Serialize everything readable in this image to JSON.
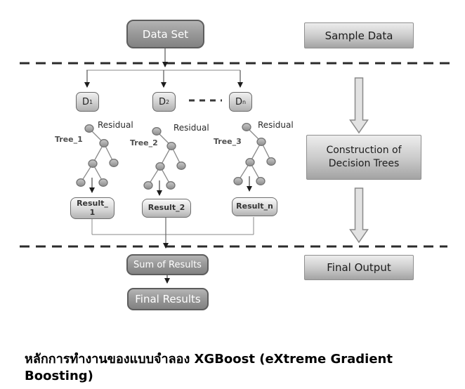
{
  "top_row": {
    "data_set": "Data Set",
    "sample_data": "Sample Data"
  },
  "dataset_row": {
    "d_boxes": [
      {
        "base": "D",
        "sub": "1"
      },
      {
        "base": "D",
        "sub": "2"
      },
      {
        "base": "D",
        "sub": "n"
      }
    ]
  },
  "trees": [
    {
      "label": "Tree_1",
      "residual": "Residual",
      "result": "Result_\n1"
    },
    {
      "label": "Tree_2",
      "residual": "Residual",
      "result": "Result_2"
    },
    {
      "label": "Tree_3",
      "residual": "Residual",
      "result": "Result_n"
    }
  ],
  "right_column": {
    "construction": "Construction of\nDecision Trees",
    "final_output": "Final Output"
  },
  "bottom_flow": {
    "sum_of_results": "Sum of Results",
    "final_results": "Final Results"
  },
  "caption": "หลักการทำงานของแบบจำลอง XGBoost (eXtreme Gradient Boosting)",
  "colors": {
    "dark_box": "#9a9a9a",
    "light_box": "#c9c9c9",
    "node_fill": "#a8a8a8",
    "dashed_line": "#2b2b2b",
    "connector": "#777777",
    "text_light": "#ffffff",
    "text_dark": "#1c1c1c"
  }
}
